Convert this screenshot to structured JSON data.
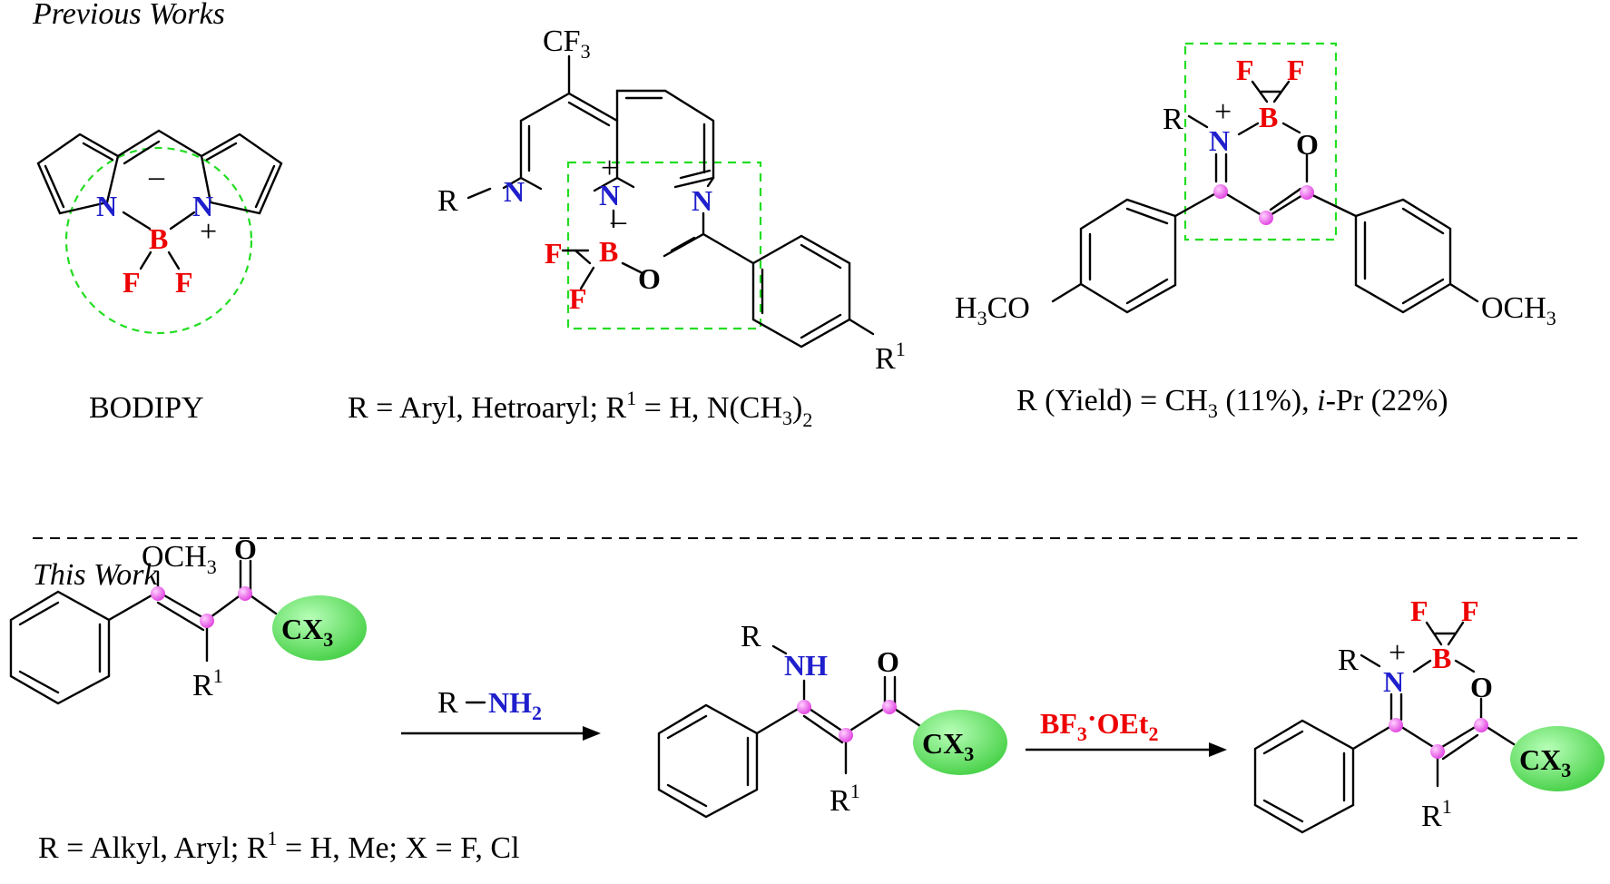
{
  "headers": {
    "previous": "Previous Works",
    "this_work": "This Work"
  },
  "captions": {
    "bodipy": "BODIPY",
    "naphthyridine_r": "R = Aryl, Hetroaryl; R",
    "naphthyridine_r1_sup": "1",
    "naphthyridine_tail": " =  H, N(CH",
    "naphthyridine_sub3": "3",
    "naphthyridine_close": ")",
    "naphthyridine_sub2": "2",
    "bor_r": "R (Yield) = CH",
    "bor_sub3": "3",
    "bor_yield1": " (11%), ",
    "bor_ipr": "i",
    "bor_yield2": "-Pr (22%)",
    "substituents_a": "R = Alkyl, Aryl; R",
    "substituents_sup": "1",
    "substituents_b": " = H, Me;  X = F, Cl"
  },
  "reagents": {
    "amine_r": "R",
    "amine_nh": "NH",
    "amine_sub": "2",
    "bf3_a": "BF",
    "bf3_sub": "3",
    "bf3_dot": "·",
    "bf3_b": "OEt",
    "bf3_sub2": "2"
  },
  "atoms": {
    "N": "N",
    "B": "B",
    "F": "F",
    "O": "O",
    "R": "R",
    "R1": "R",
    "sup1": "1",
    "plus": "+",
    "minus": "–",
    "cf3": "CF",
    "cf3_sub": "3",
    "h3co_h": "H",
    "h3co_sub": "3",
    "h3co_co": "CO",
    "och3_a": "OCH",
    "och3_sub": "3",
    "och3_inline": "OCH",
    "och3_inline_sub": "3",
    "cx3_a": "CX",
    "cx3_sub": "3",
    "nh": "NH"
  },
  "colors": {
    "nitrogen": "#1f1fcc",
    "boron_fluorine": "#ee0000",
    "reagent_red": "#ee0000",
    "highlight_box": "#22dd22",
    "cx3_fill": "#5ee85e",
    "atom_dot": "#ee55ee"
  }
}
